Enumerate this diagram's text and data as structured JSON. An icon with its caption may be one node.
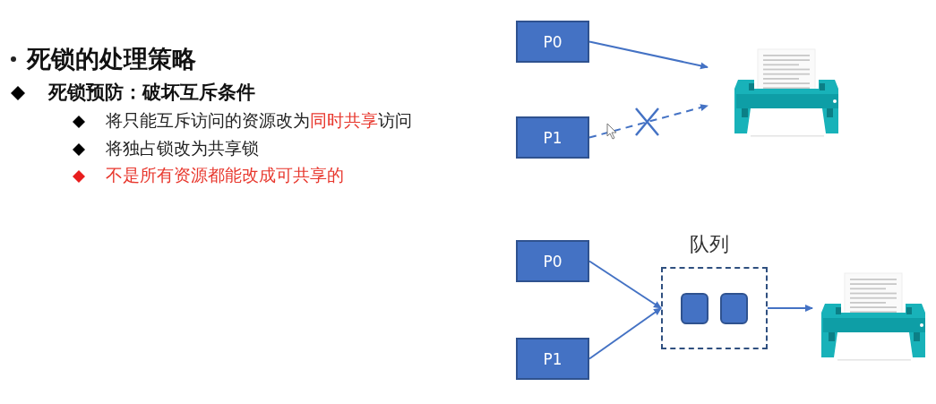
{
  "diagram": {
    "title": "死锁的处理策略",
    "nodes": [
      {
        "text": [
          "P0"
        ]
      },
      {
        "text": [
          "P1"
        ]
      },
      {
        "text": [],
        "shape": "picture"
      },
      {
        "text": [
          "P0"
        ]
      },
      {
        "text": [
          "P1"
        ]
      },
      {
        "text": [
          "队列"
        ]
      },
      {
        "text": [],
        "shape": "box",
        "in": 5
      },
      {
        "text": [],
        "shape": "box",
        "in": 5
      },
      {
        "text": [],
        "shape": "picture"
      }
    ],
    "edges": [
      {
        "from": 0,
        "to": 2,
        "arrow": "to"
      },
      {
        "from": 1,
        "to": 2,
        "arrow": "to",
        "style": "dashed"
      },
      {
        "from": 3,
        "to": 5,
        "arrow": "to"
      },
      {
        "from": 4,
        "to": 5,
        "arrow": "to"
      },
      {
        "from": 5,
        "to": 8,
        "arrow": "to"
      }
    ],
    "labels": [
      "死锁预防：破坏互斥条件",
      "将只能互斥访问的资源改为**同时共享**访问",
      "将独占锁改为共享锁",
      "不是所有资源都能改成可共享的"
    ]
  }
}
